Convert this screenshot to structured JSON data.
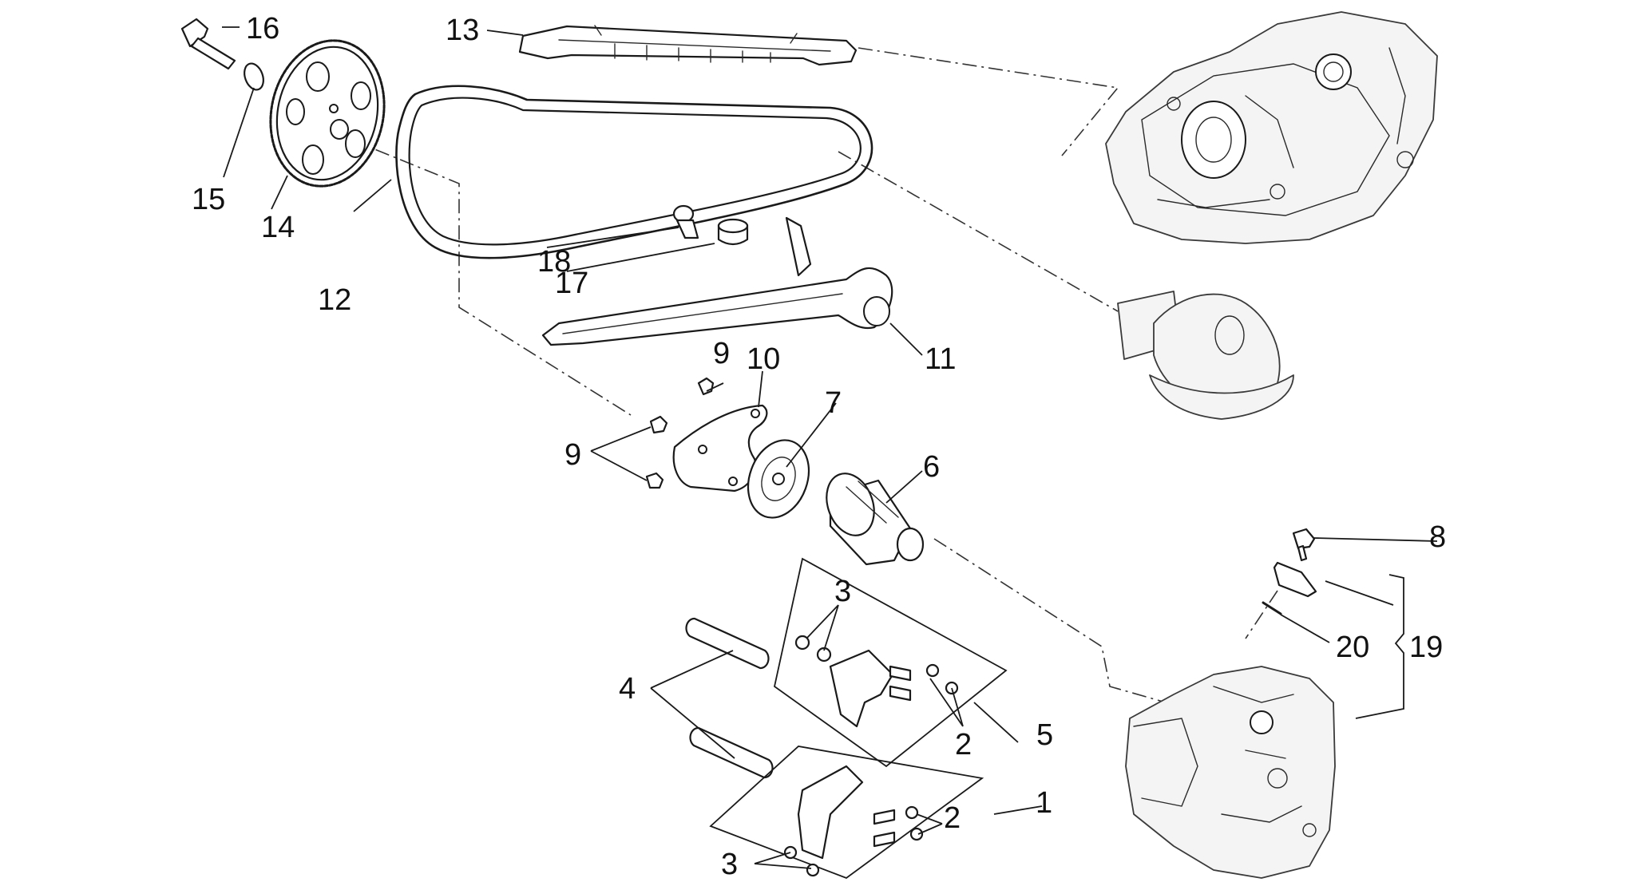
{
  "callouts": {
    "c1": "1",
    "c2a": "2",
    "c2b": "2",
    "c3a": "3",
    "c3b": "3",
    "c4": "4",
    "c5": "5",
    "c6": "6",
    "c7": "7",
    "c8": "8",
    "c9a": "9",
    "c9b": "9",
    "c10": "10",
    "c11": "11",
    "c12": "12",
    "c13": "13",
    "c14": "14",
    "c15": "15",
    "c16": "16",
    "c17": "17",
    "c18": "18",
    "c19": "19",
    "c20": "20"
  },
  "colors": {
    "line": "#1a1a1a",
    "background": "#ffffff"
  }
}
